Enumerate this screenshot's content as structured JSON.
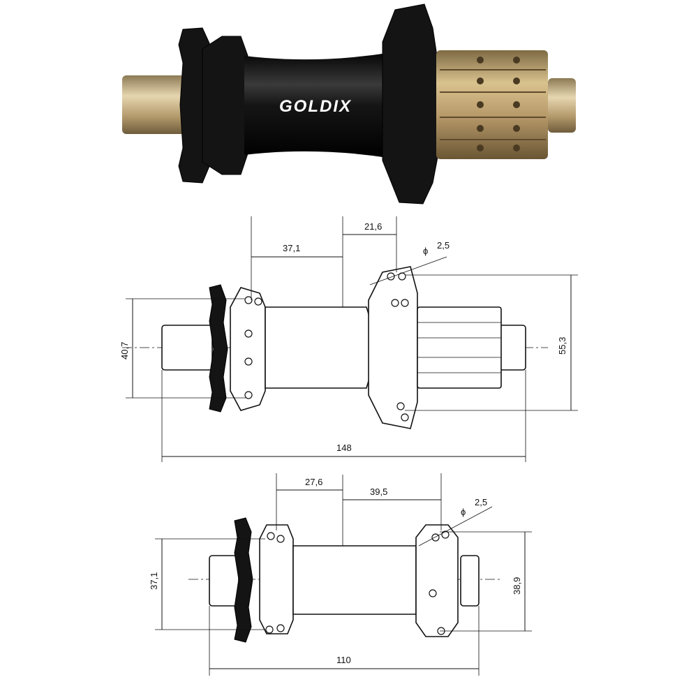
{
  "photo": {
    "brand": "GOLDIX"
  },
  "rear_hub": {
    "dim_37_1": "37,1",
    "dim_21_6": "21,6",
    "dim_hole": "2,5",
    "dim_40_7": "40,7",
    "dim_55_3": "55,3",
    "dim_148": "148"
  },
  "front_hub": {
    "dim_27_6": "27,6",
    "dim_39_5": "39,5",
    "dim_hole": "2,5",
    "dim_37_1": "37,1",
    "dim_38_9": "38,9",
    "dim_110": "110"
  },
  "symbols": {
    "diameter": "ϕ"
  },
  "colors": {
    "anodized_black": "#111111",
    "freehub_gold": "#b89a6a",
    "axle_bronze": "#c8b48c"
  }
}
